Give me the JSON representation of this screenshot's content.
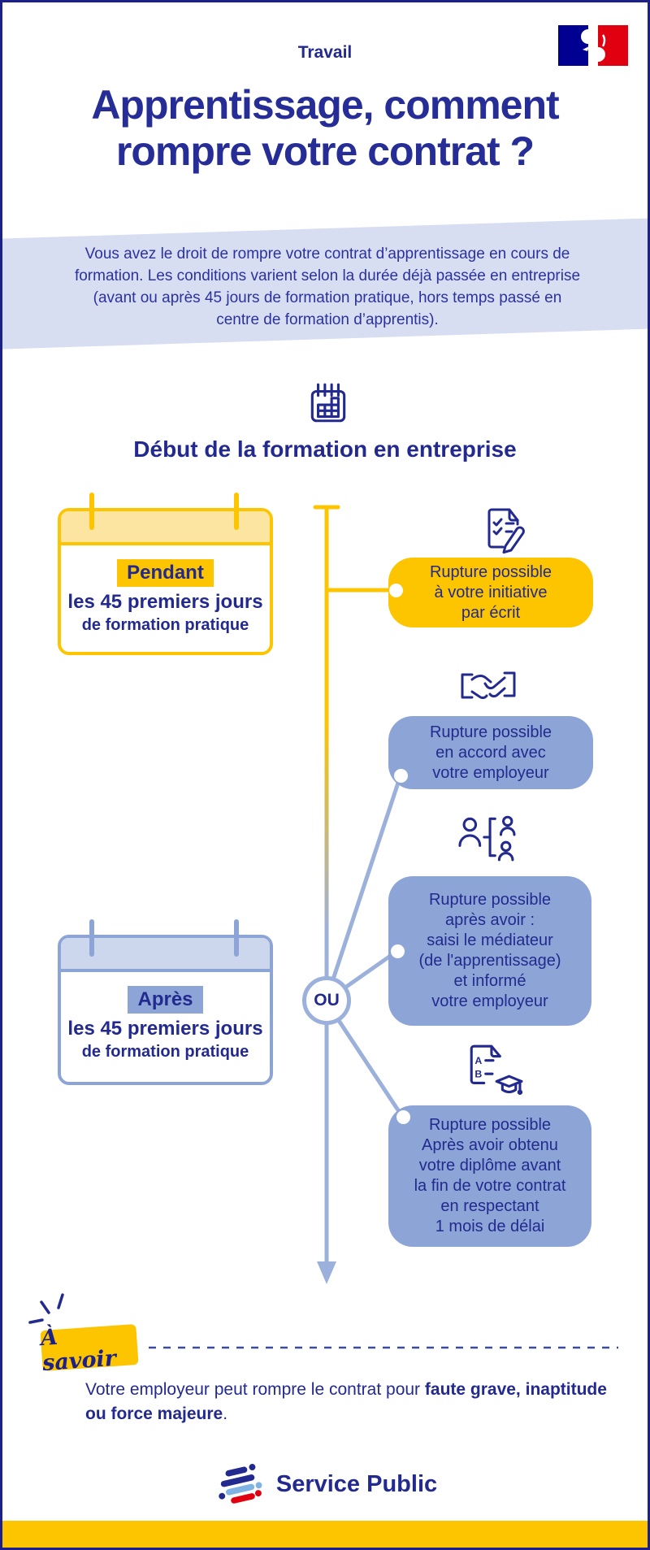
{
  "colors": {
    "navy": "#232a8f",
    "yellow": "#fdc400",
    "light_yellow": "#fbe5a0",
    "periwinkle": "#8da5d6",
    "light_periwinkle": "#ccd7ee",
    "band_blue": "#d8def1",
    "line_periwinkle": "#9cb0dc",
    "gov_blue": "#000091",
    "gov_red": "#e1000f",
    "logo_light_blue": "#7fb3e3"
  },
  "header": {
    "category": "Travail",
    "title": "Apprentissage, comment rompre votre contrat ?"
  },
  "intro": {
    "text": "Vous avez le droit de rompre votre contrat d’apprentissage en cours de formation. Les conditions varient selon la durée déjà passée en entreprise (avant ou après 45 jours de formation pratique, hors temps passé en centre de formation d’apprentis)."
  },
  "timeline": {
    "heading": "Début de la formation en entreprise",
    "heading_icon": "calendar-icon",
    "ou_label": "OU",
    "period_cards": [
      {
        "id": "pendant",
        "theme": "yellow",
        "highlight": "Pendant",
        "line1": "les 45 premiers jours",
        "line2": "de formation pratique"
      },
      {
        "id": "apres",
        "theme": "blue",
        "highlight": "Après",
        "line1": "les 45 premiers jours",
        "line2": "de formation pratique"
      }
    ],
    "bubbles": [
      {
        "icon": "document-check-pencil-icon",
        "theme": "yellow",
        "text": "Rupture possible\nà votre initiative\npar écrit"
      },
      {
        "icon": "handshake-icon",
        "theme": "blue",
        "text": "Rupture possible\nen accord avec\nvotre employeur"
      },
      {
        "icon": "mediator-icon",
        "theme": "blue",
        "text": "Rupture possible\naprès avoir :\nsaisi le médiateur\n(de l'apprentissage)\net informé\nvotre employeur"
      },
      {
        "icon": "diploma-icon",
        "theme": "blue",
        "text": "Rupture possible\nAprès avoir obtenu\nvotre diplôme avant\nla fin de votre contrat\nen respectant\n1 mois de délai"
      }
    ]
  },
  "notice": {
    "badge": "À savoir",
    "text_normal": "Votre employeur peut rompre le contrat pour ",
    "text_bold": "faute grave, inaptitude ou force majeure",
    "text_suffix": "."
  },
  "footer": {
    "brand": "Service Public"
  }
}
